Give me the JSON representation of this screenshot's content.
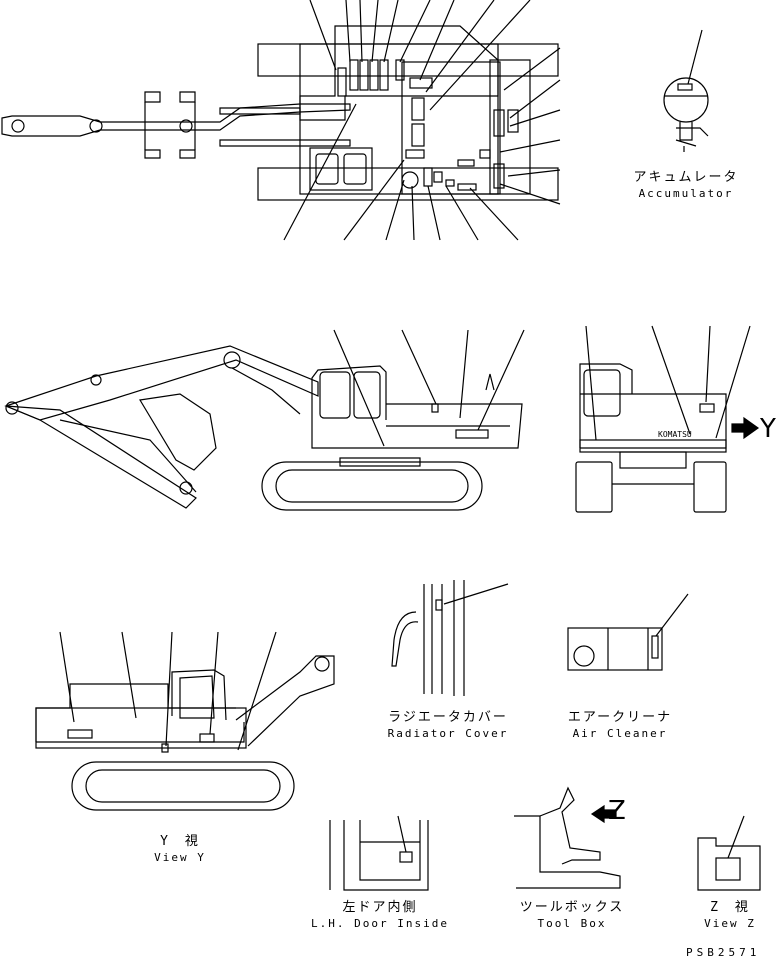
{
  "labels": {
    "accumulator": {
      "jp": "アキュムレータ",
      "en": "Accumulator"
    },
    "radiator_cover": {
      "jp": "ラジエータカバー",
      "en": "Radiator Cover"
    },
    "air_cleaner": {
      "jp": "エアークリーナ",
      "en": "Air Cleaner"
    },
    "view_y": {
      "jp": "Y　視",
      "en": "View Y"
    },
    "door_inside": {
      "jp": "左ドア内側",
      "en": "L.H. Door Inside"
    },
    "tool_box": {
      "jp": "ツールボックス",
      "en": "Tool Box"
    },
    "view_z": {
      "jp": "Z　視",
      "en": "View Z"
    }
  },
  "markers": {
    "y": "Y",
    "z": "Z"
  },
  "brand": "KOMATSU",
  "drawing_code": "PSB2571"
}
